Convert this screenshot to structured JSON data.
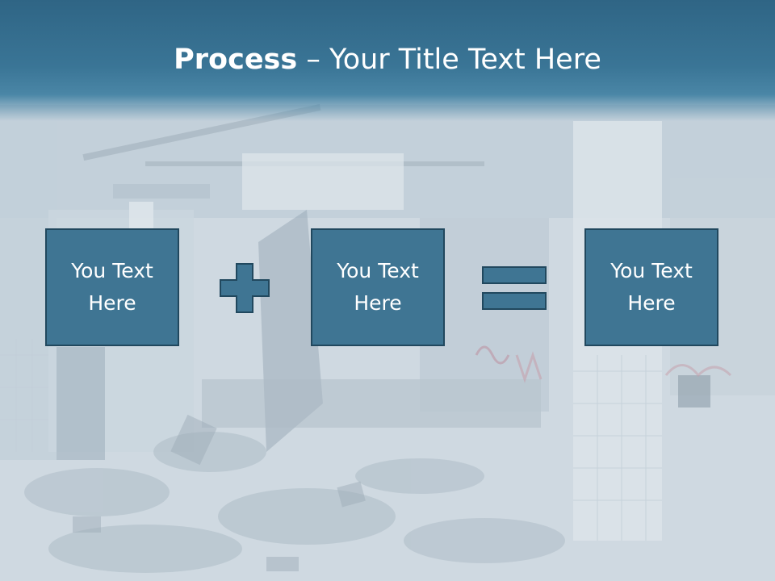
{
  "slide": {
    "title_bold": "Process",
    "title_rest": " – Your Title Text Here",
    "boxes": [
      {
        "text": "You Text\nHere"
      },
      {
        "text": "You Text\nHere"
      },
      {
        "text": "You Text\nHere"
      }
    ],
    "operators": [
      "plus-icon",
      "equals-icon"
    ]
  },
  "colors": {
    "title_band": "#3a7596",
    "box_fill": "#3f7593",
    "box_border": "#21485e",
    "text": "#ffffff"
  }
}
